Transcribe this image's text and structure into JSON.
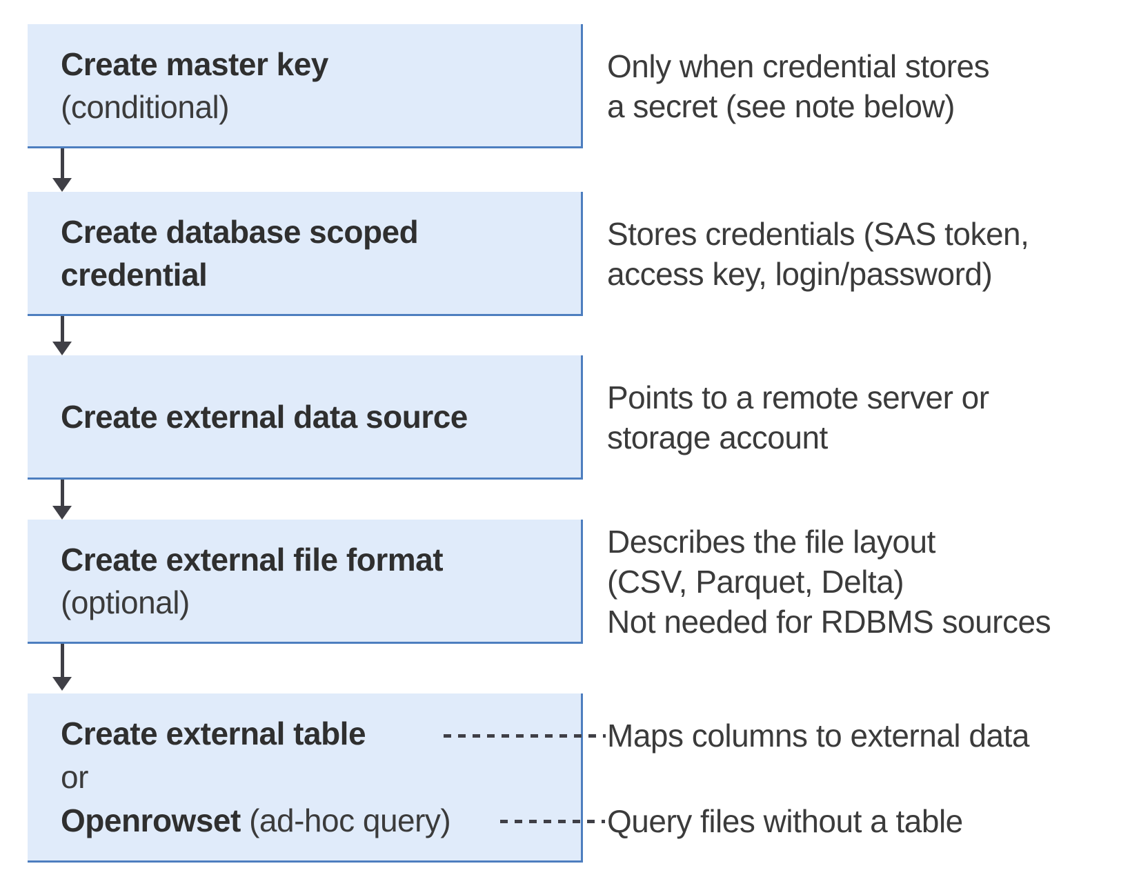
{
  "colors": {
    "box_fill": "#e0ebfa",
    "box_border": "#4d7ebf",
    "arrow_and_dash": "#3f3f46",
    "text_strong": "#2f2f2f",
    "text_regular": "#3b3b3b"
  },
  "steps": [
    {
      "title": "Create master key",
      "qualifier": "(conditional)"
    },
    {
      "title": "Create database scoped credential"
    },
    {
      "title": "Create external data source"
    },
    {
      "title": "Create external file format",
      "qualifier": "(optional)"
    },
    {
      "title": "Create external table",
      "connector_word": "or",
      "alt_title": "Openrowset",
      "alt_qualifier": " (ad-hoc query)"
    }
  ],
  "notes": [
    {
      "lines": [
        "Only when credential stores",
        "a secret (see note below)"
      ]
    },
    {
      "lines": [
        "Stores credentials (SAS token,",
        "access key, login/password)"
      ]
    },
    {
      "lines": [
        "Points to a remote server or",
        "storage account"
      ]
    },
    {
      "lines": [
        "Describes the file layout",
        "(CSV, Parquet, Delta)",
        "Not needed for RDBMS sources"
      ]
    },
    {
      "lines": [
        "Maps columns to external data"
      ]
    },
    {
      "lines": [
        "Query files without a table"
      ]
    }
  ]
}
